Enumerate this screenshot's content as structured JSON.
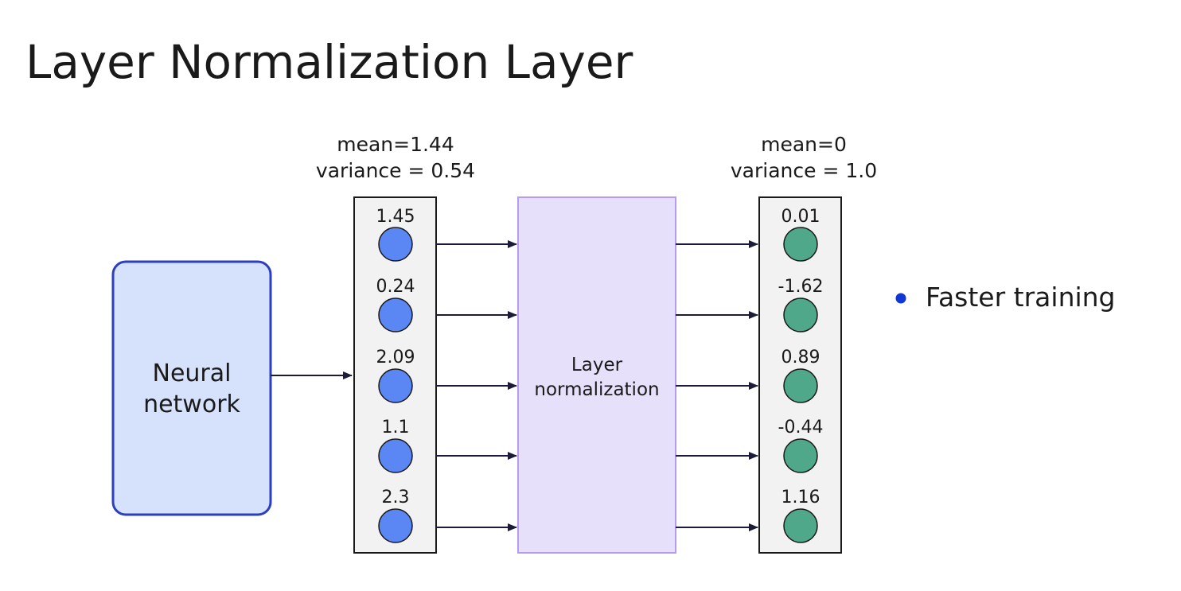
{
  "title": "Layer Normalization Layer",
  "neural_network": {
    "line1": "Neural",
    "line2": "network"
  },
  "input_layer": {
    "stats": {
      "mean": "mean=1.44",
      "variance": "variance = 0.54"
    },
    "values": [
      "1.45",
      "0.24",
      "2.09",
      "1.1",
      "2.3"
    ]
  },
  "layer_norm": {
    "line1": "Layer",
    "line2": "normalization"
  },
  "output_layer": {
    "stats": {
      "mean": "mean=0",
      "variance": "variance = 1.0"
    },
    "values": [
      "0.01",
      "-1.62",
      "0.89",
      "-0.44",
      "1.16"
    ]
  },
  "bullets": [
    "Faster training"
  ],
  "colors": {
    "input_node": "#5b87f5",
    "output_node": "#4fa88a",
    "nn_box_fill": "#d6e2fb",
    "nn_box_stroke": "#2b3fbf",
    "ln_box_fill": "#e6e0fb",
    "ln_box_stroke": "#b69bee",
    "column_fill": "#f2f2f2",
    "bullet": "#1136d6",
    "arrow": "#1c1c3a"
  }
}
